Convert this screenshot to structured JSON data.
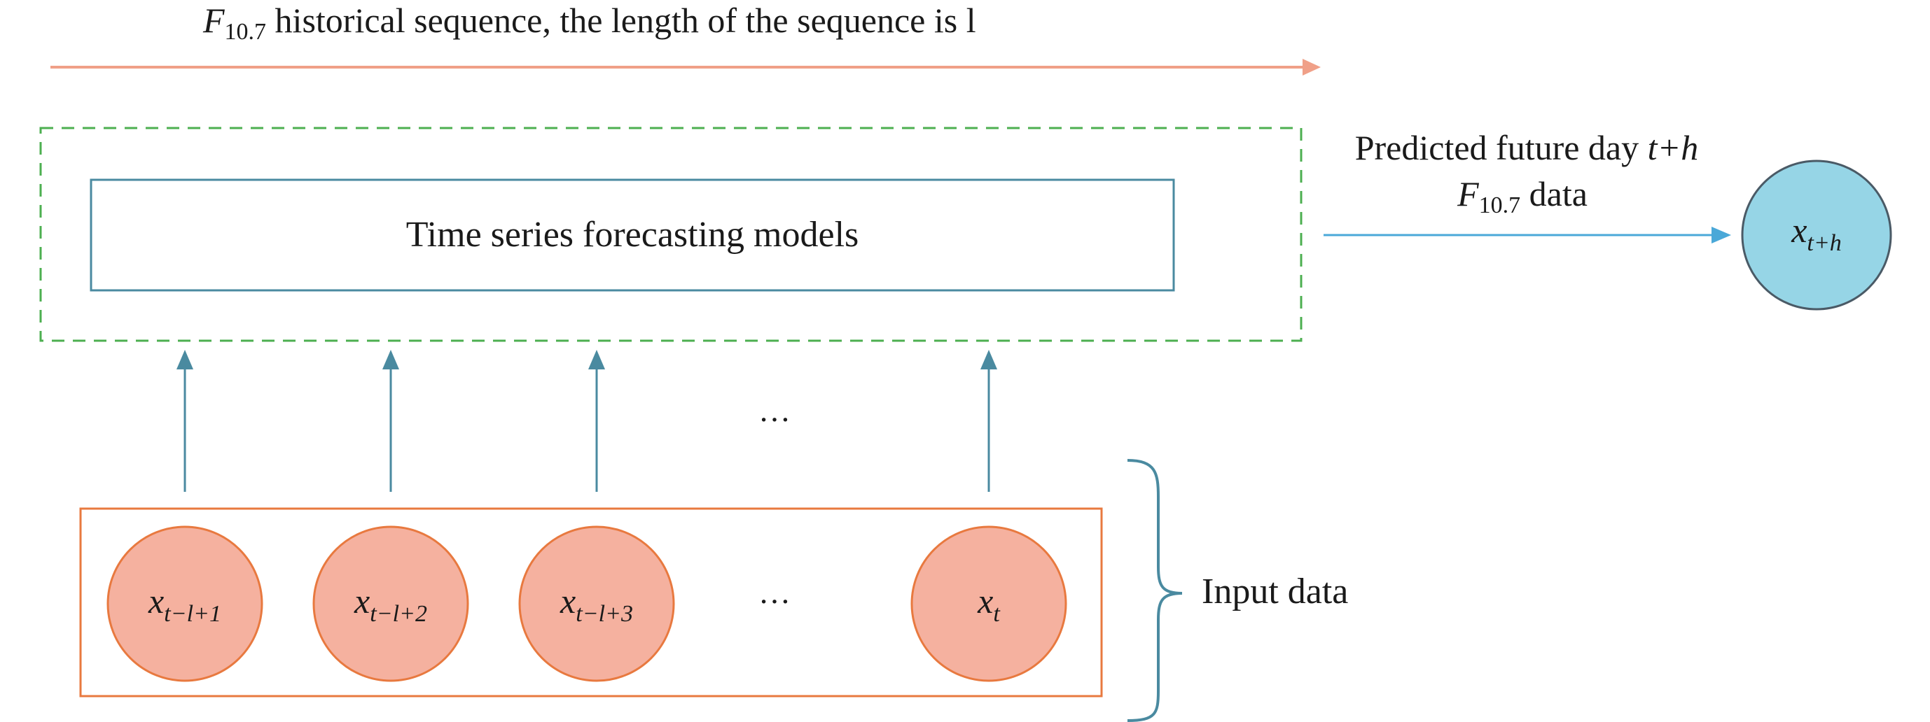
{
  "top_label": {
    "F": "F",
    "F_sub": "10.7",
    "rest": " historical sequence, the length of the sequence is l"
  },
  "model_box_label": "Time series forecasting models",
  "predicted_label": {
    "line1_pre": "Predicted future day ",
    "line1_var": "t+h",
    "line2_F": "F",
    "line2_sub": "10.7",
    "line2_rest": " data"
  },
  "output_node": {
    "base": "x",
    "sub": "t+h"
  },
  "input_nodes": [
    {
      "base": "x",
      "sub": "t−l+1"
    },
    {
      "base": "x",
      "sub": "t−l+2"
    },
    {
      "base": "x",
      "sub": "t−l+3"
    },
    {
      "base": "x",
      "sub": "t"
    }
  ],
  "ellipsis_upper": "…",
  "ellipsis_lower": "…",
  "input_data_label": "Input data",
  "colors": {
    "timeline_arrow": "#f0a088",
    "dashed_box": "#4caf50",
    "model_box": "#4a8aa0",
    "up_arrows": "#4a8aa0",
    "pred_arrow": "#4aa8d8",
    "output_node_fill": "#96d5e6",
    "output_node_stroke": "#4a5a66",
    "input_node_fill": "#f5b19f",
    "input_node_stroke": "#e8793f",
    "input_box": "#e8793f",
    "brace": "#4a8aa0"
  }
}
